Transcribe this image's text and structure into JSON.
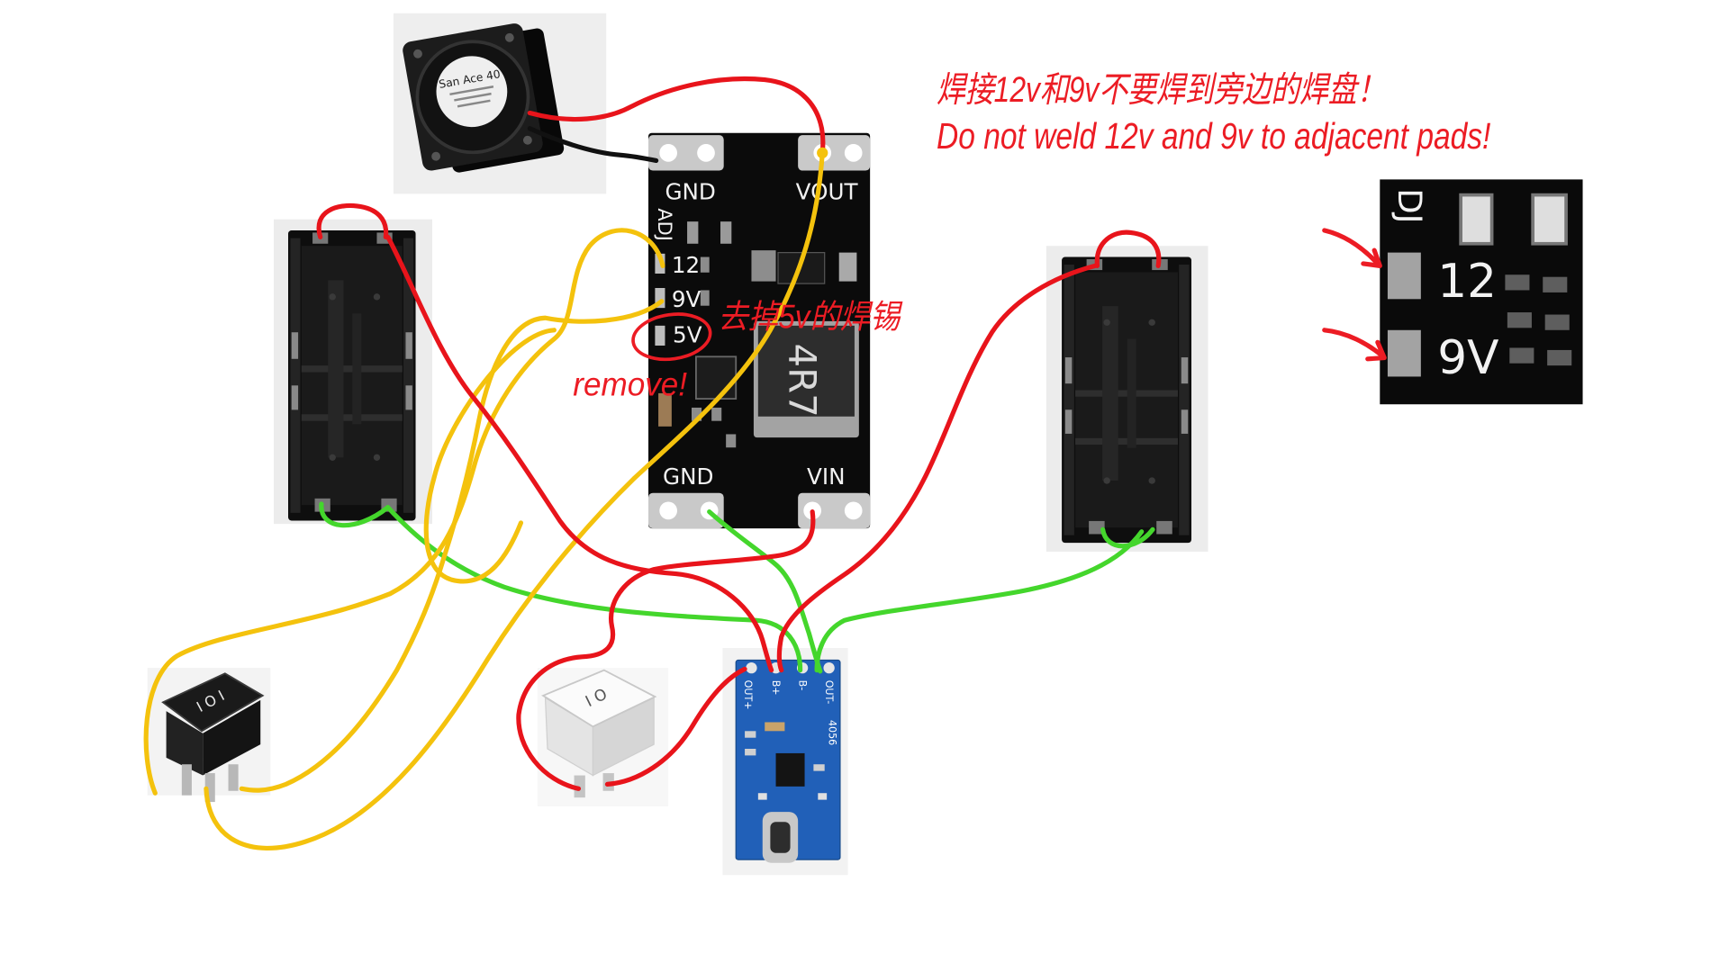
{
  "annotations": {
    "warning_cn": "焊接12v和9v不要焊到旁边的焊盘！",
    "warning_en": "Do not weld 12v and 9v to adjacent pads!",
    "remove_cn": "去掉5v的焊锡",
    "remove_en": "remove!"
  },
  "fan": {
    "label": "San Ace 40"
  },
  "boost_module": {
    "gnd_top": "GND",
    "vout": "VOUT",
    "adj": "ADJ",
    "pad_12": "12",
    "pad_9v": "9V",
    "pad_5v": "5V",
    "inductor": "4R7",
    "gnd_bottom": "GND",
    "vin": "VIN"
  },
  "inset_zoom": {
    "adj_partial": "DJ",
    "pad_12": "12",
    "pad_9v": "9V"
  },
  "rocker_switches": {
    "black_marking": "I O I",
    "white_marking": "I O"
  },
  "charger_module": {
    "out_plus": "OUT+",
    "b_plus": "B+",
    "b_minus": "B-",
    "out_minus": "OUT-",
    "chip": "4056"
  },
  "colors": {
    "annotation": "#ec1c24",
    "wire_red": "#e8141b",
    "wire_yellow": "#f4c20d",
    "wire_green": "#44d62c",
    "wire_black": "#111111"
  }
}
